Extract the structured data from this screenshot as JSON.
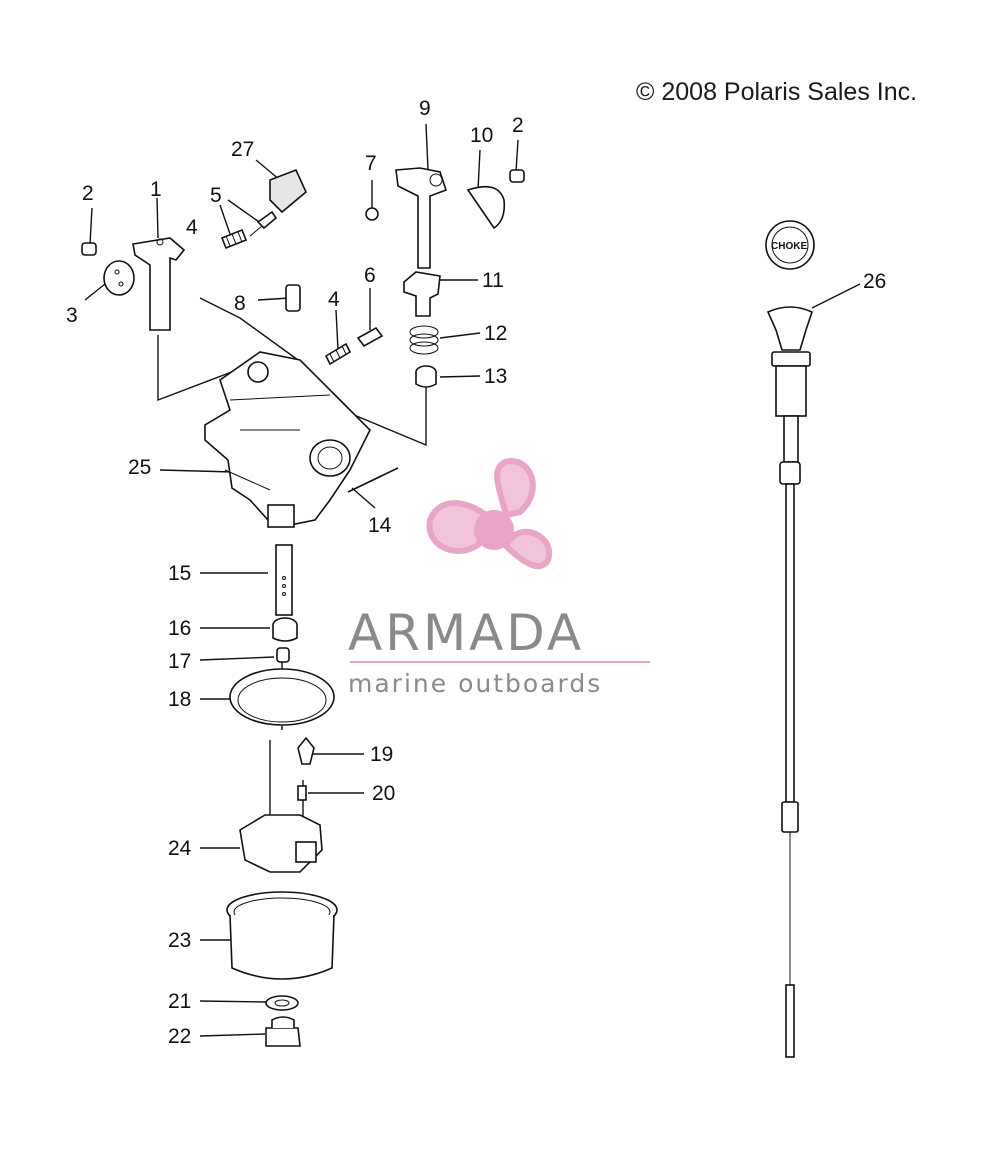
{
  "copyright": "© 2008 Polaris Sales Inc.",
  "watermark": {
    "name": "ARMADA",
    "subtitle": "marine outboards",
    "accent_color": "#e8a5c8",
    "text_color": "#8a8a8a",
    "icon": "propeller-logo-icon"
  },
  "choke_button_text": "CHOKE",
  "callouts": {
    "n1": "1",
    "n2a": "2",
    "n2b": "2",
    "n3": "3",
    "n4a": "4",
    "n4b": "4",
    "n5": "5",
    "n6": "6",
    "n7": "7",
    "n8": "8",
    "n9": "9",
    "n10": "10",
    "n11": "11",
    "n12": "12",
    "n13": "13",
    "n14": "14",
    "n15": "15",
    "n16": "16",
    "n17": "17",
    "n18": "18",
    "n19": "19",
    "n20": "20",
    "n21": "21",
    "n22": "22",
    "n23": "23",
    "n24": "24",
    "n25": "25",
    "n26": "26",
    "n27": "27"
  }
}
